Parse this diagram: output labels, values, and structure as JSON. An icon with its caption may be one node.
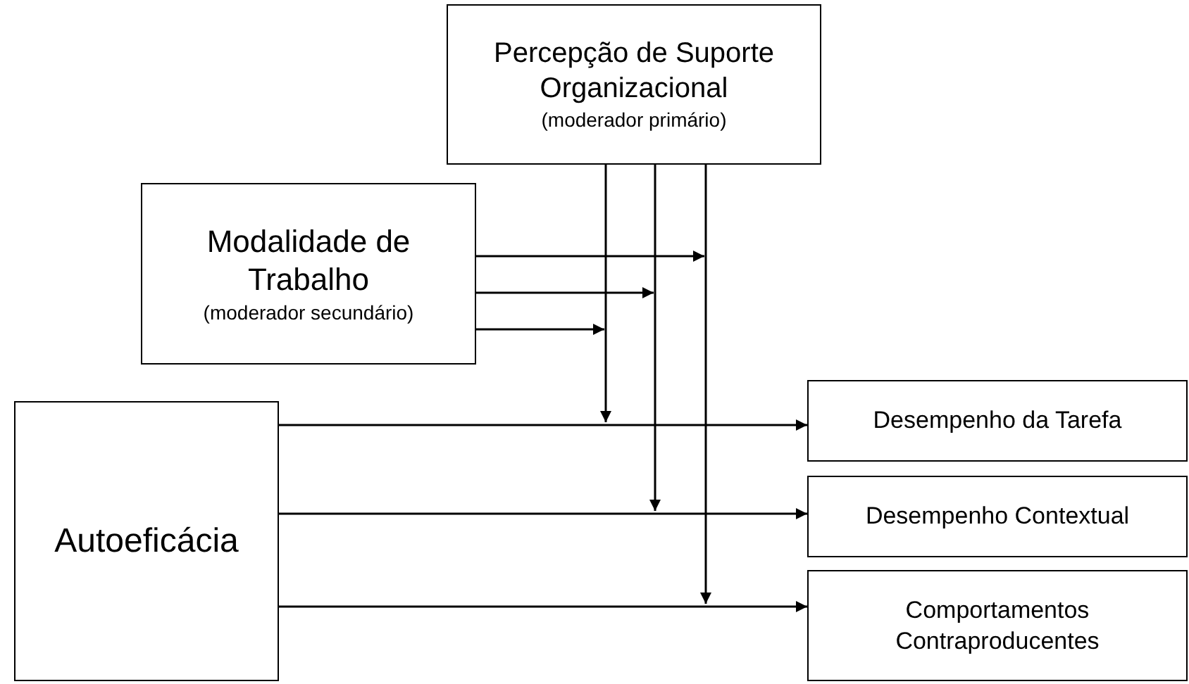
{
  "diagram": {
    "nodes": [
      {
        "text": [
          "Percepção de Suporte Organizacional",
          "(moderador primário)"
        ]
      },
      {
        "text": [
          "Modalidade de Trabalho",
          "(moderador secundário)"
        ]
      },
      {
        "text": [
          "Autoeficácia"
        ]
      },
      {
        "text": [
          "Desempenho da Tarefa"
        ]
      },
      {
        "text": [
          "Desempenho Contextual"
        ]
      },
      {
        "text": [
          "Comportamentos Contraproducentes"
        ]
      }
    ],
    "edges": [
      {
        "from": 2,
        "to": 3,
        "arrow": "to"
      },
      {
        "from": 2,
        "to": 4,
        "arrow": "to"
      },
      {
        "from": 2,
        "to": 5,
        "arrow": "to"
      },
      {
        "from": 0,
        "to": null,
        "arrow": "to"
      },
      {
        "from": 0,
        "to": null,
        "arrow": "to"
      },
      {
        "from": 0,
        "to": null,
        "arrow": "to"
      },
      {
        "from": 1,
        "to": null,
        "arrow": "to"
      },
      {
        "from": 1,
        "to": null,
        "arrow": "to"
      },
      {
        "from": 1,
        "to": null,
        "arrow": "to"
      }
    ]
  }
}
